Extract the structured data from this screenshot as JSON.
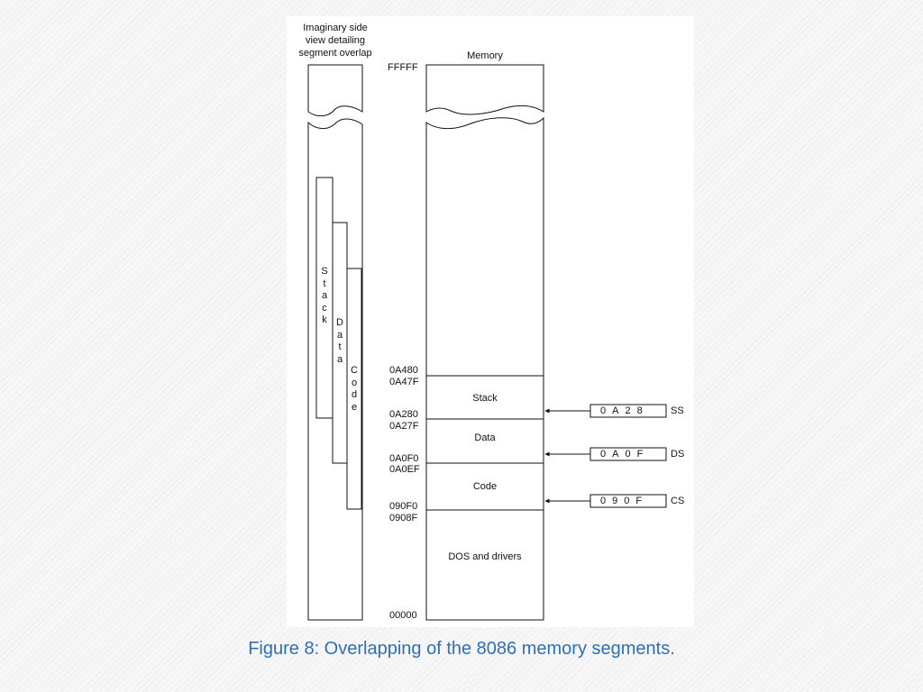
{
  "side_view": {
    "title_lines": [
      "Imaginary side",
      "view detailing",
      "segment overlap"
    ],
    "stack_letters": [
      "S",
      "t",
      "a",
      "c",
      "k"
    ],
    "data_letters": [
      "D",
      "a",
      "t",
      "a"
    ],
    "code_letters": [
      "C",
      "o",
      "d",
      "e"
    ]
  },
  "memory": {
    "title": "Memory",
    "addresses": {
      "top": "FFFFF",
      "stack_top": "0A480",
      "stack_end": "0A47F",
      "stack_start": "0A280",
      "data_end": "0A27F",
      "data_start": "0A0F0",
      "code_end": "0A0EF",
      "code_start": "090F0",
      "dos_end": "0908F",
      "bottom": "00000"
    },
    "blocks": {
      "stack": "Stack",
      "data": "Data",
      "code": "Code",
      "dos": "DOS and drivers"
    }
  },
  "registers": [
    {
      "name": "SS",
      "value": "0A28"
    },
    {
      "name": "DS",
      "value": "0A0F"
    },
    {
      "name": "CS",
      "value": "090F"
    }
  ],
  "caption": "Figure 8: Overlapping of the 8086 memory segments."
}
